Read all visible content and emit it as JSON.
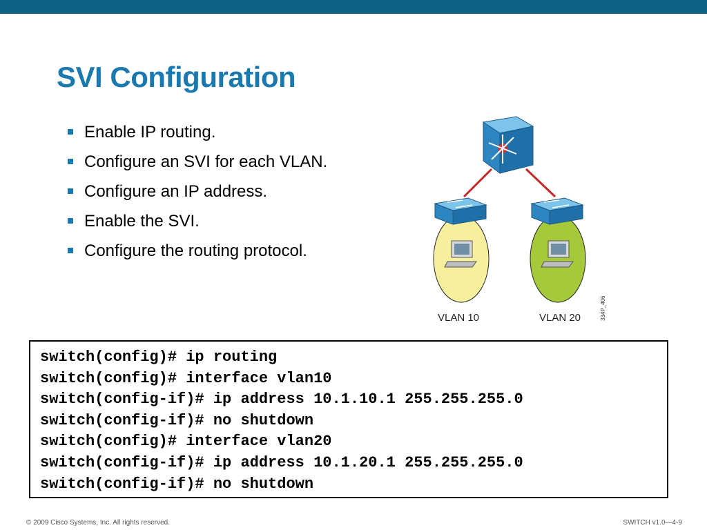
{
  "slide": {
    "title": "SVI Configuration",
    "bullets": [
      "Enable IP routing.",
      "Configure an SVI for each VLAN.",
      "Configure an IP address.",
      "Enable the SVI.",
      "Configure the routing protocol."
    ]
  },
  "diagram": {
    "labels": {
      "vlan_a": "VLAN 10",
      "vlan_b": "VLAN 20",
      "figure_id": "334P_406"
    },
    "colors": {
      "vlan_a": "#f6ef9e",
      "vlan_b": "#a5c93a",
      "link": "#c62828",
      "device": "#3a9bd5"
    },
    "icons": [
      "multilayer-switch-icon",
      "switch-icon",
      "pc-icon"
    ]
  },
  "code": {
    "lines": [
      "switch(config)# ip routing",
      "switch(config)# interface vlan10",
      "switch(config-if)# ip address 10.1.10.1 255.255.255.0",
      "switch(config-if)# no shutdown",
      "switch(config)# interface vlan20",
      "switch(config-if)# ip address 10.1.20.1 255.255.255.0",
      "switch(config-if)# no shutdown"
    ]
  },
  "footer": {
    "copyright": "© 2009 Cisco Systems, Inc. All rights reserved.",
    "course": "SWITCH v1.0—4-9"
  },
  "theme": {
    "accent": "#1a7ab0",
    "top_bar": "#0e6385"
  }
}
